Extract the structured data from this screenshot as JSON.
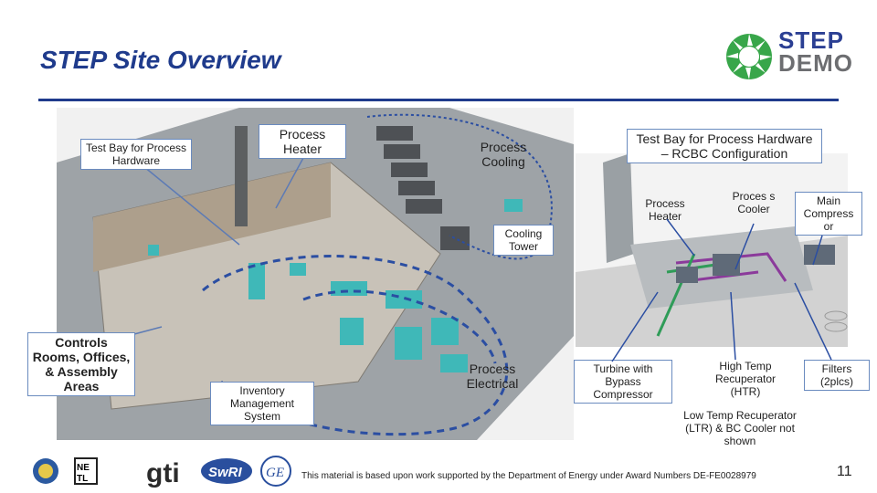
{
  "slide": {
    "title": "STEP Site Overview",
    "logo": {
      "line1": "STEP",
      "line2": "DEMO"
    },
    "footer": "This material is based upon work supported by the Department of Energy under Award Numbers DE-FE0028979",
    "page_number": "11"
  },
  "left_labels": {
    "test_bay": "Test Bay for Process Hardware",
    "process_heater": "Process Heater",
    "process_cooling": "Process Cooling",
    "cooling_tower": "Cooling Tower",
    "controls": "Controls Rooms, Offices, & Assembly Areas",
    "inventory": "Inventory Management System",
    "process_electrical": "Process Electrical"
  },
  "right_labels": {
    "test_bay_config": "Test Bay for Process Hardware – RCBC Configuration",
    "process_heater": "Process Heater",
    "process_cooler": "Proces s Cooler",
    "main_compressor": "Main Compress or",
    "turbine": "Turbine with Bypass Compressor",
    "htr": "High Temp Recuperator (HTR)",
    "filters": "Filters (2plcs)",
    "ltr": "Low Temp Recuperator (LTR) & BC Cooler not shown"
  },
  "footer_logos": [
    "DOE seal",
    "NETL",
    "gti",
    "SwRI",
    "GE"
  ]
}
